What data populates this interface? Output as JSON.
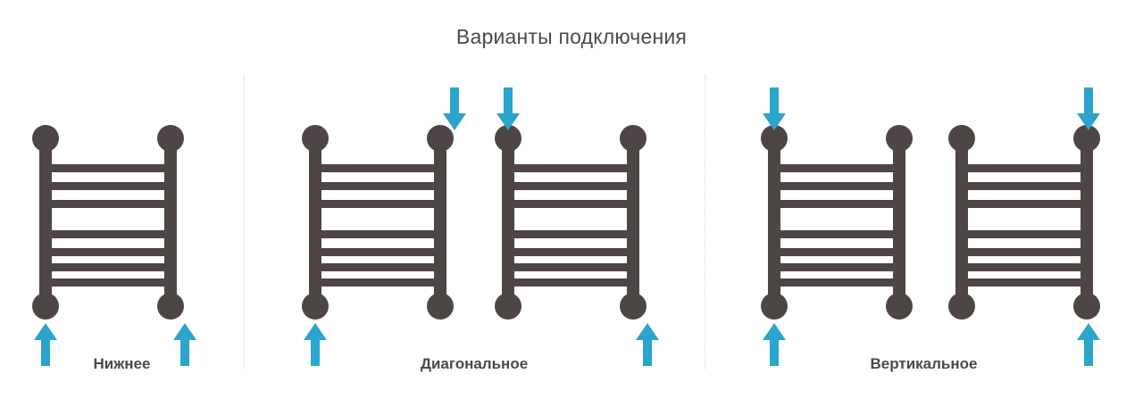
{
  "page": {
    "title": "Варианты подключения",
    "background_color": "#ffffff"
  },
  "colors": {
    "radiator": "#4d4645",
    "arrow": "#2ba5cd",
    "text": "#4a4a4a",
    "divider": "#d8d8d8"
  },
  "groups": [
    {
      "id": "bottom",
      "label": "Нижнее",
      "radiators": [
        {
          "id": "bottom-1",
          "rungs": 7,
          "arrows": [
            {
              "direction": "up",
              "side": "left",
              "position": "bottom"
            },
            {
              "direction": "up",
              "side": "right",
              "position": "bottom"
            }
          ]
        }
      ]
    },
    {
      "id": "diagonal",
      "label": "Диагональное",
      "radiators": [
        {
          "id": "diagonal-1",
          "rungs": 7,
          "arrows": [
            {
              "direction": "down",
              "side": "right",
              "position": "top"
            },
            {
              "direction": "up",
              "side": "left",
              "position": "bottom"
            }
          ]
        },
        {
          "id": "diagonal-2",
          "rungs": 7,
          "arrows": [
            {
              "direction": "down",
              "side": "left",
              "position": "top"
            },
            {
              "direction": "up",
              "side": "right",
              "position": "bottom"
            }
          ]
        }
      ]
    },
    {
      "id": "vertical",
      "label": "Вертикальное",
      "radiators": [
        {
          "id": "vertical-1",
          "rungs": 7,
          "arrows": [
            {
              "direction": "down",
              "side": "left",
              "position": "top"
            },
            {
              "direction": "up",
              "side": "left",
              "position": "bottom"
            }
          ]
        },
        {
          "id": "vertical-2",
          "rungs": 7,
          "arrows": [
            {
              "direction": "down",
              "side": "right",
              "position": "top"
            },
            {
              "direction": "up",
              "side": "right",
              "position": "bottom"
            }
          ]
        }
      ]
    }
  ]
}
